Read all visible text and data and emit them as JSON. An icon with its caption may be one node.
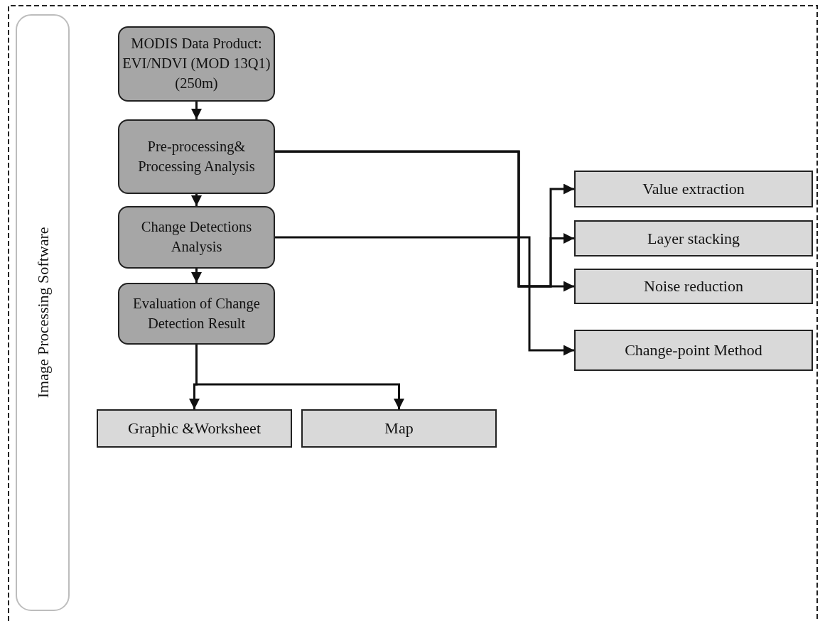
{
  "diagram": {
    "nodes": [
      {
        "text": [
          "Image Processing Software"
        ]
      },
      {
        "text": [
          "MODIS Data Product: EVI/NDVI (MOD 13Q1) (250m)"
        ]
      },
      {
        "text": [
          "Pre-processing& Processing Analysis"
        ]
      },
      {
        "text": [
          "Change Detections Analysis"
        ]
      },
      {
        "text": [
          "Evaluation of Change Detection Result"
        ]
      },
      {
        "text": [
          "Value extraction"
        ]
      },
      {
        "text": [
          "Layer stacking"
        ]
      },
      {
        "text": [
          "Noise reduction"
        ]
      },
      {
        "text": [
          "Change-point Method"
        ]
      },
      {
        "text": [
          "Graphic &Worksheet"
        ]
      },
      {
        "text": [
          "Map"
        ]
      }
    ],
    "edges": [
      {
        "from": 1,
        "to": 2,
        "arrow": "to"
      },
      {
        "from": 2,
        "to": 3,
        "arrow": "to"
      },
      {
        "from": 3,
        "to": 4,
        "arrow": "to"
      },
      {
        "from": 2,
        "to": 5,
        "arrow": "to"
      },
      {
        "from": 2,
        "to": 6,
        "arrow": "to"
      },
      {
        "from": 2,
        "to": 7,
        "arrow": "to"
      },
      {
        "from": 3,
        "to": 8,
        "arrow": "to"
      },
      {
        "from": 4,
        "to": 9,
        "arrow": "to"
      },
      {
        "from": 4,
        "to": 10,
        "arrow": "to"
      }
    ]
  }
}
